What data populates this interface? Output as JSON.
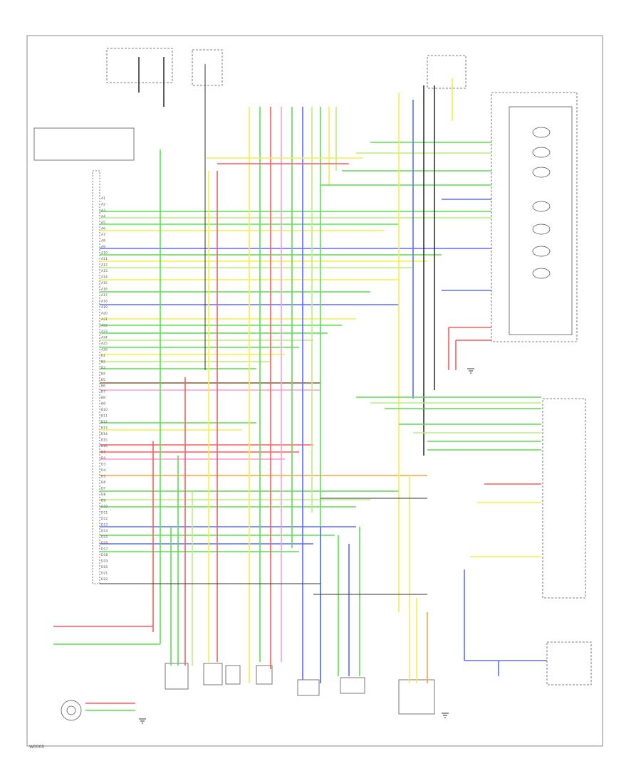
{
  "diagram_code": "W0000",
  "colors": {
    "frame": "#8a8a8a",
    "component": "#555555",
    "wire_black": "#333333",
    "wire_red": "#ff5a5a",
    "wire_yellow": "#f3ef4a",
    "wire_green": "#58e04f",
    "wire_blue": "#5a6cff",
    "wire_orange": "#ffa040",
    "wire_brown": "#8b5a2b",
    "wire_gray": "#9a9a9a",
    "wire_white": "#bdbdbd",
    "wire_pink": "#ff9ad0",
    "wire_lightgreen": "#b8f07a"
  },
  "ecu_pin_labels": [
    "A1",
    "A2",
    "A3",
    "A4",
    "A5",
    "A6",
    "A7",
    "A8",
    "A9",
    "A10",
    "A11",
    "A12",
    "A13",
    "A14",
    "A15",
    "A16",
    "A17",
    "A18",
    "A19",
    "A20",
    "A21",
    "A22",
    "A23",
    "A24",
    "A25",
    "A26",
    "B1",
    "B2",
    "B3",
    "B4",
    "B5",
    "B6",
    "B7",
    "B8",
    "B9",
    "B10",
    "B11",
    "B12",
    "B13",
    "B14",
    "B15",
    "B16",
    "D1",
    "D2",
    "D3",
    "D4",
    "D5",
    "D6",
    "D7",
    "D8",
    "D9",
    "D10",
    "D11",
    "D12",
    "D13",
    "D14",
    "D15",
    "D16",
    "D17",
    "D18",
    "D19",
    "D20",
    "D21",
    "D22"
  ]
}
